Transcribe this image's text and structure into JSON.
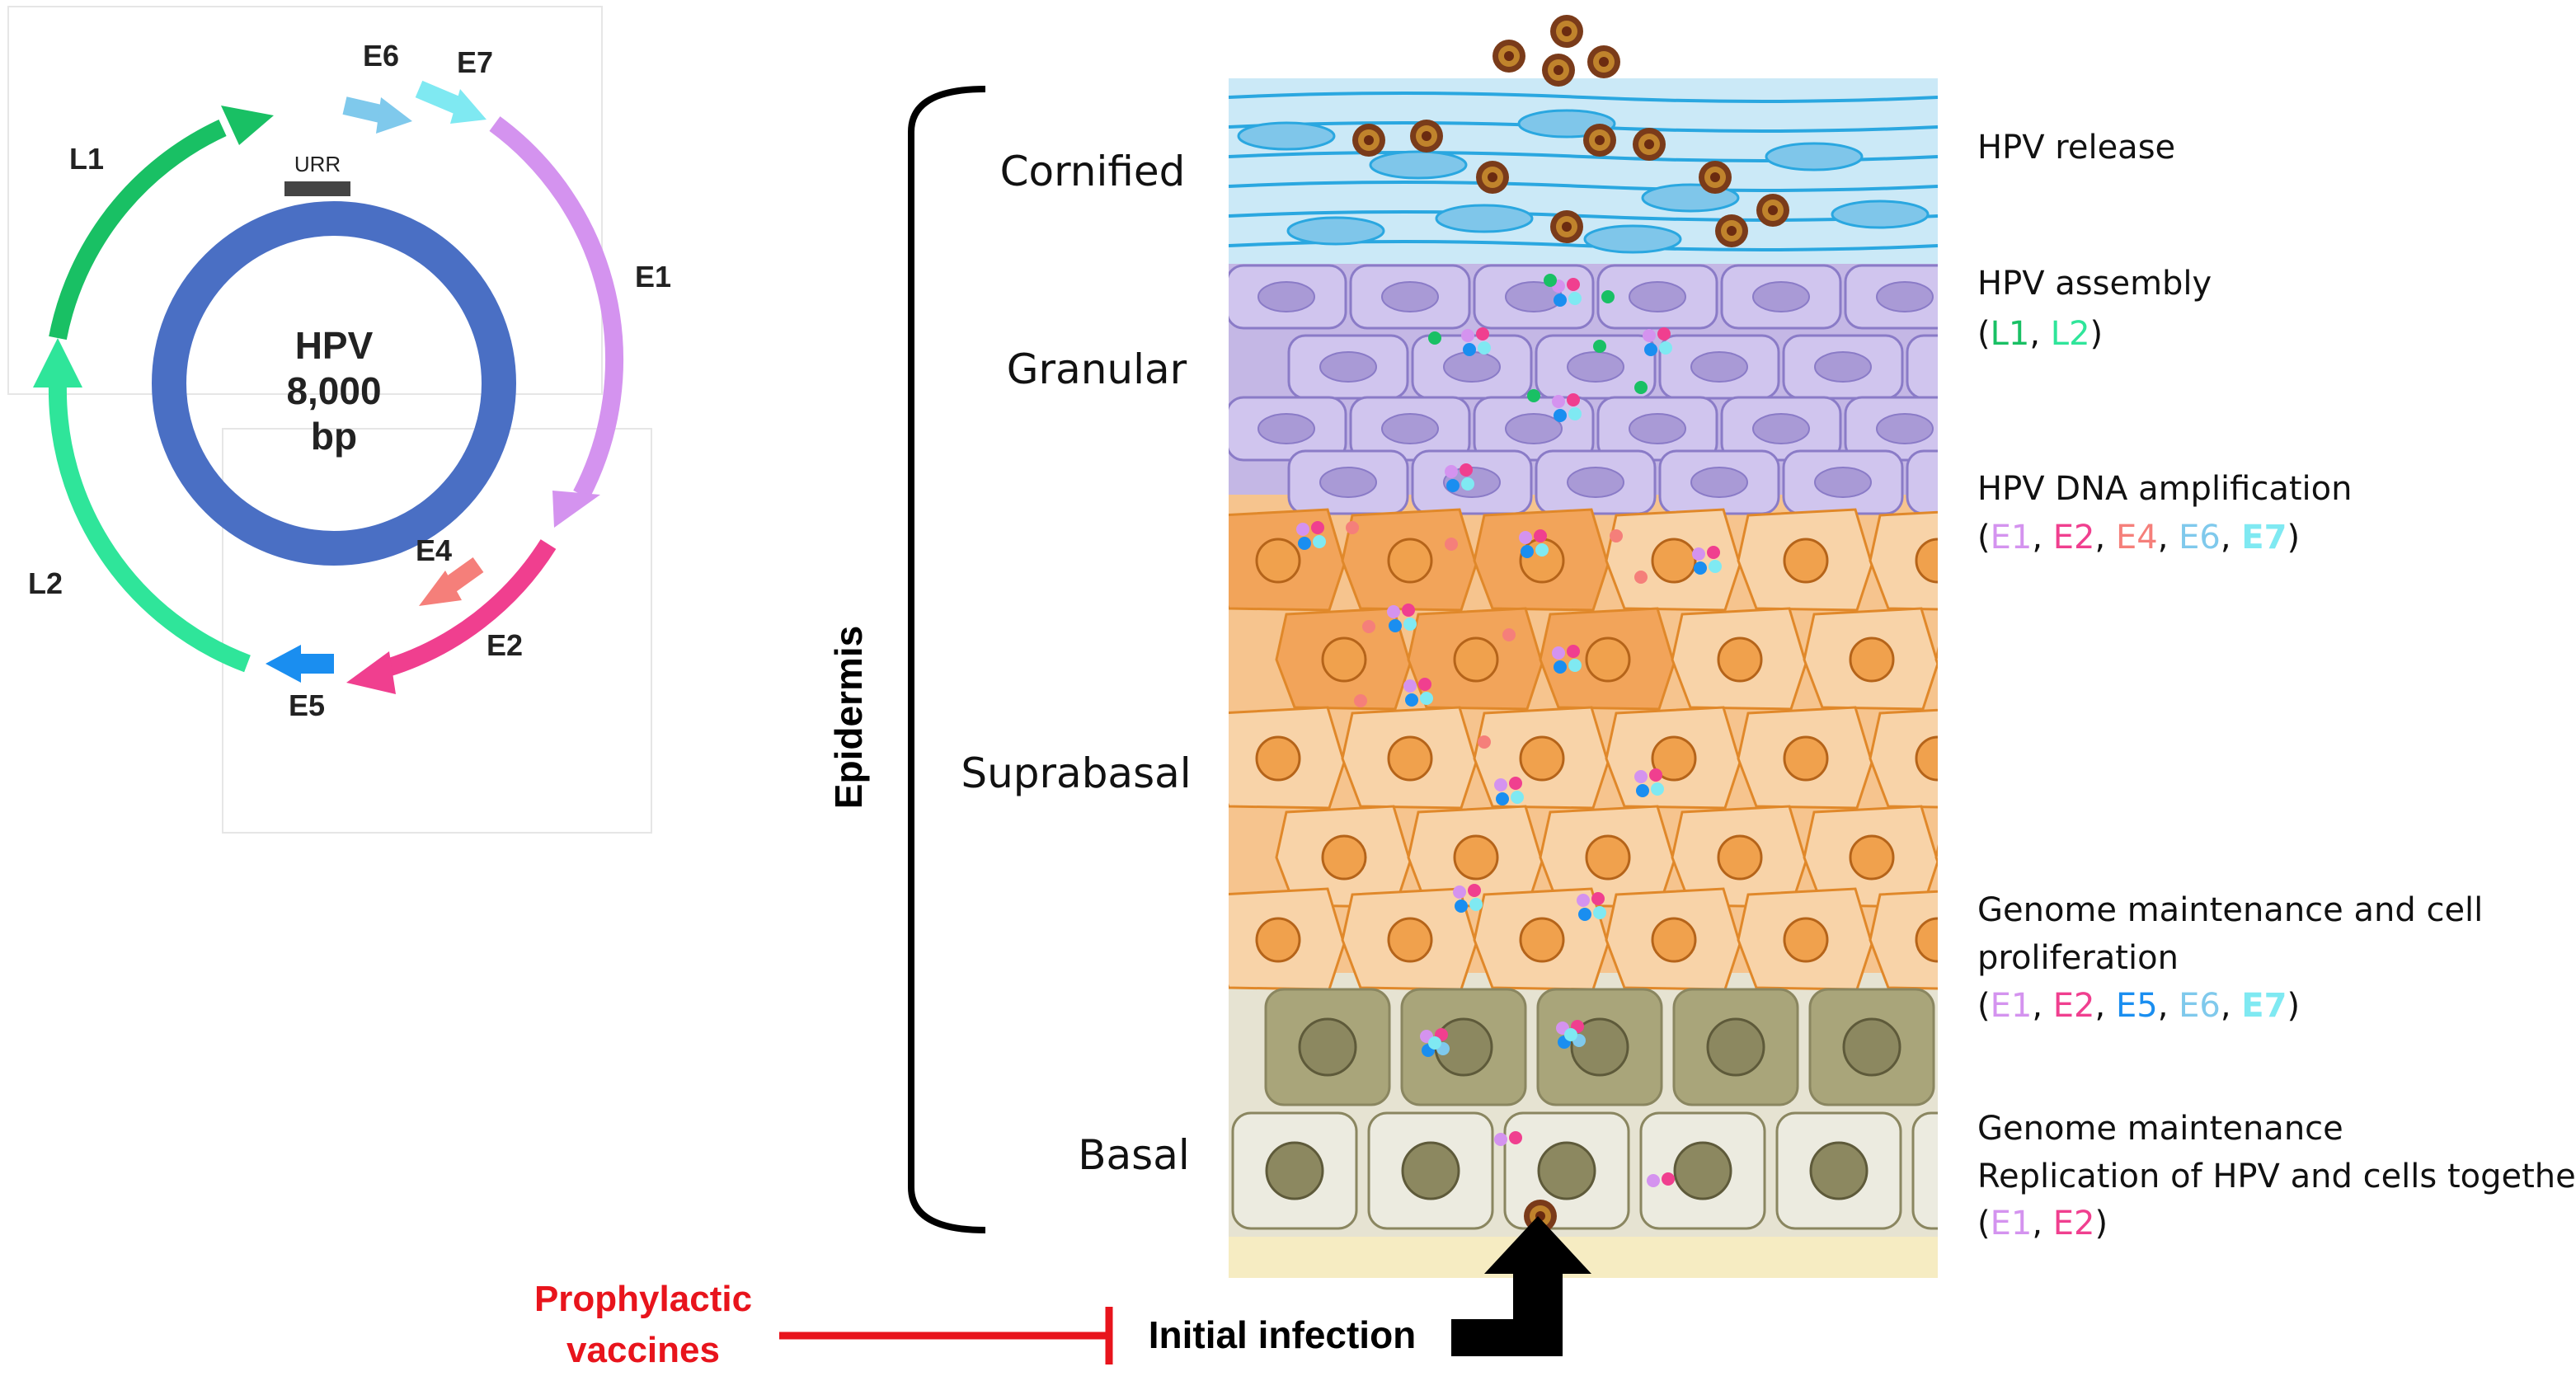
{
  "colors": {
    "genome_ring": "#4a6fc4",
    "urr": "#444444",
    "L1": "#19c064",
    "L2": "#2fe59a",
    "E1": "#d493ef",
    "E2": "#f03f8f",
    "E4": "#f57f7a",
    "E5": "#1a8ef0",
    "E6": "#7fc9ec",
    "E7": "#7fe9f2",
    "cornified_bg": "#cbe9f7",
    "cornified_line": "#2aa7e0",
    "granular_bg": "#c4b7e5",
    "granular_line": "#8a7bc7",
    "suprabasal_bg": "#f6c48e",
    "suprabasal_line": "#e0882a",
    "basal_bg": "#e6e3d2",
    "basal_line": "#8a8660",
    "vaccine_red": "#e8141c",
    "arrow_black": "#000000"
  },
  "genome": {
    "name": "HPV",
    "size": "8,000",
    "unit": "bp",
    "urr_label": "URR",
    "genes": [
      "L1",
      "E6",
      "E7",
      "E1",
      "E4",
      "E2",
      "E5",
      "L2"
    ]
  },
  "layers": [
    "Cornified",
    "Granular",
    "Suprabasal",
    "Basal"
  ],
  "epidermis_label": "Epidermis",
  "annotations": {
    "release": "HPV release",
    "assembly": "HPV assembly",
    "amplification": "HPV DNA amplification",
    "proliferation_1": "Genome maintenance and cell",
    "proliferation_2": "proliferation",
    "basal_1": "Genome maintenance",
    "basal_2": "Replication of HPV and cells together"
  },
  "gene_lists": {
    "assembly": [
      "L1",
      "L2"
    ],
    "amplification": [
      "E1",
      "E2",
      "E4",
      "E6",
      "E7"
    ],
    "proliferation": [
      "E1",
      "E2",
      "E5",
      "E6",
      "E7"
    ],
    "basal": [
      "E1",
      "E2"
    ]
  },
  "vaccine": {
    "line1": "Prophylactic",
    "line2": "vaccines"
  },
  "infection_label": "Initial infection"
}
